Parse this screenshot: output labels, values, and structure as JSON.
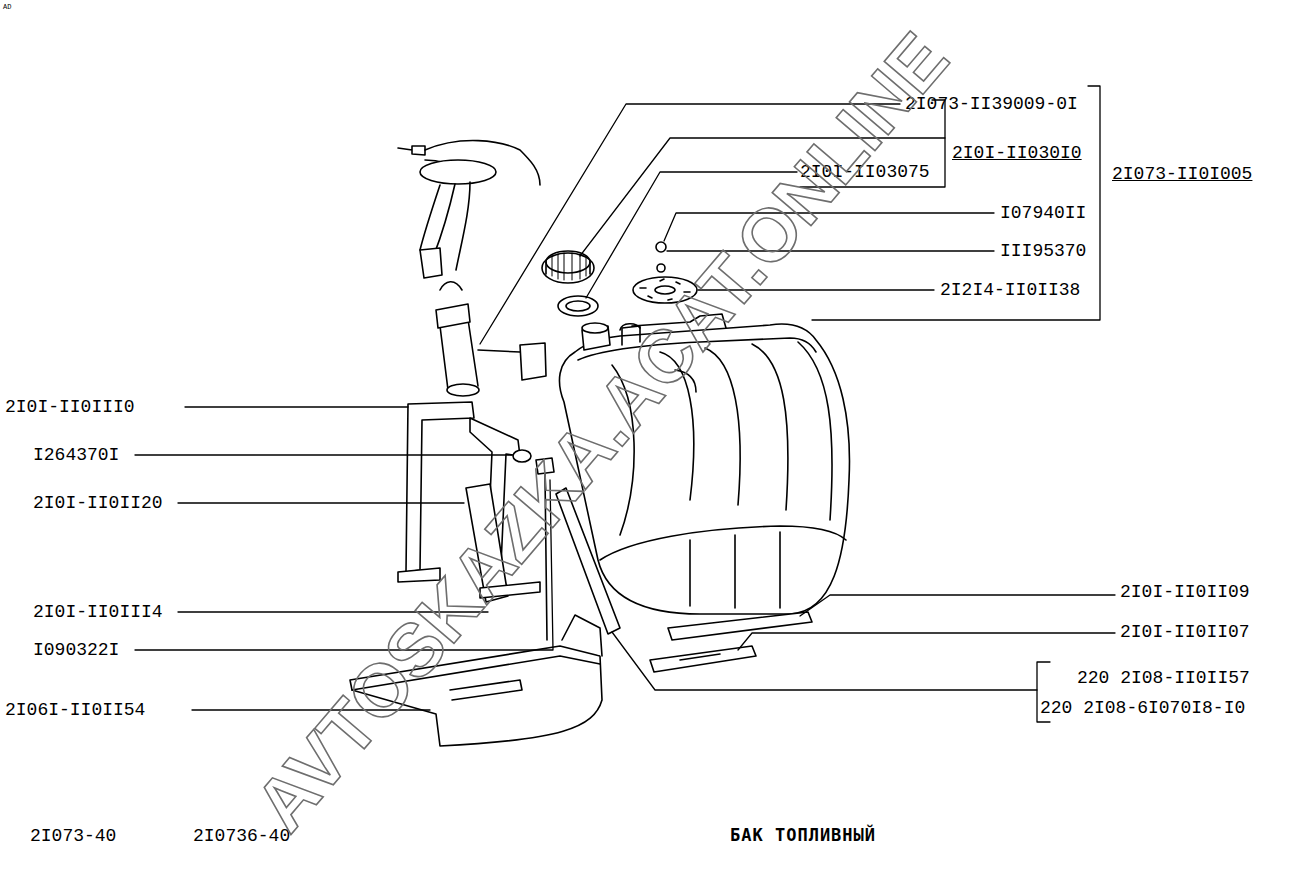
{
  "diagram": {
    "title": "БАК ТОПЛИВНЫЙ",
    "labels": [
      "AD",
      "2I073-II39009-0I",
      "2I0I-II030I0",
      "2I0I-II03075",
      "2I073-II0I005",
      "I07940II",
      "III95370",
      "2I2I4-II0II38",
      "2I0I-II0III0",
      "I264370I",
      "2I0I-II0II20",
      "2I0I-II0III4",
      "I090322I",
      "2I06I-II0II54",
      "2I0I-II0II09",
      "2I0I-II0II07",
      "220 2I08-II0II57",
      "220 2I08-6I070I8-I0",
      "2I073-40",
      "2I0736-40",
      "AVTOSKAZKA.ACAT.ONLINE"
    ]
  }
}
